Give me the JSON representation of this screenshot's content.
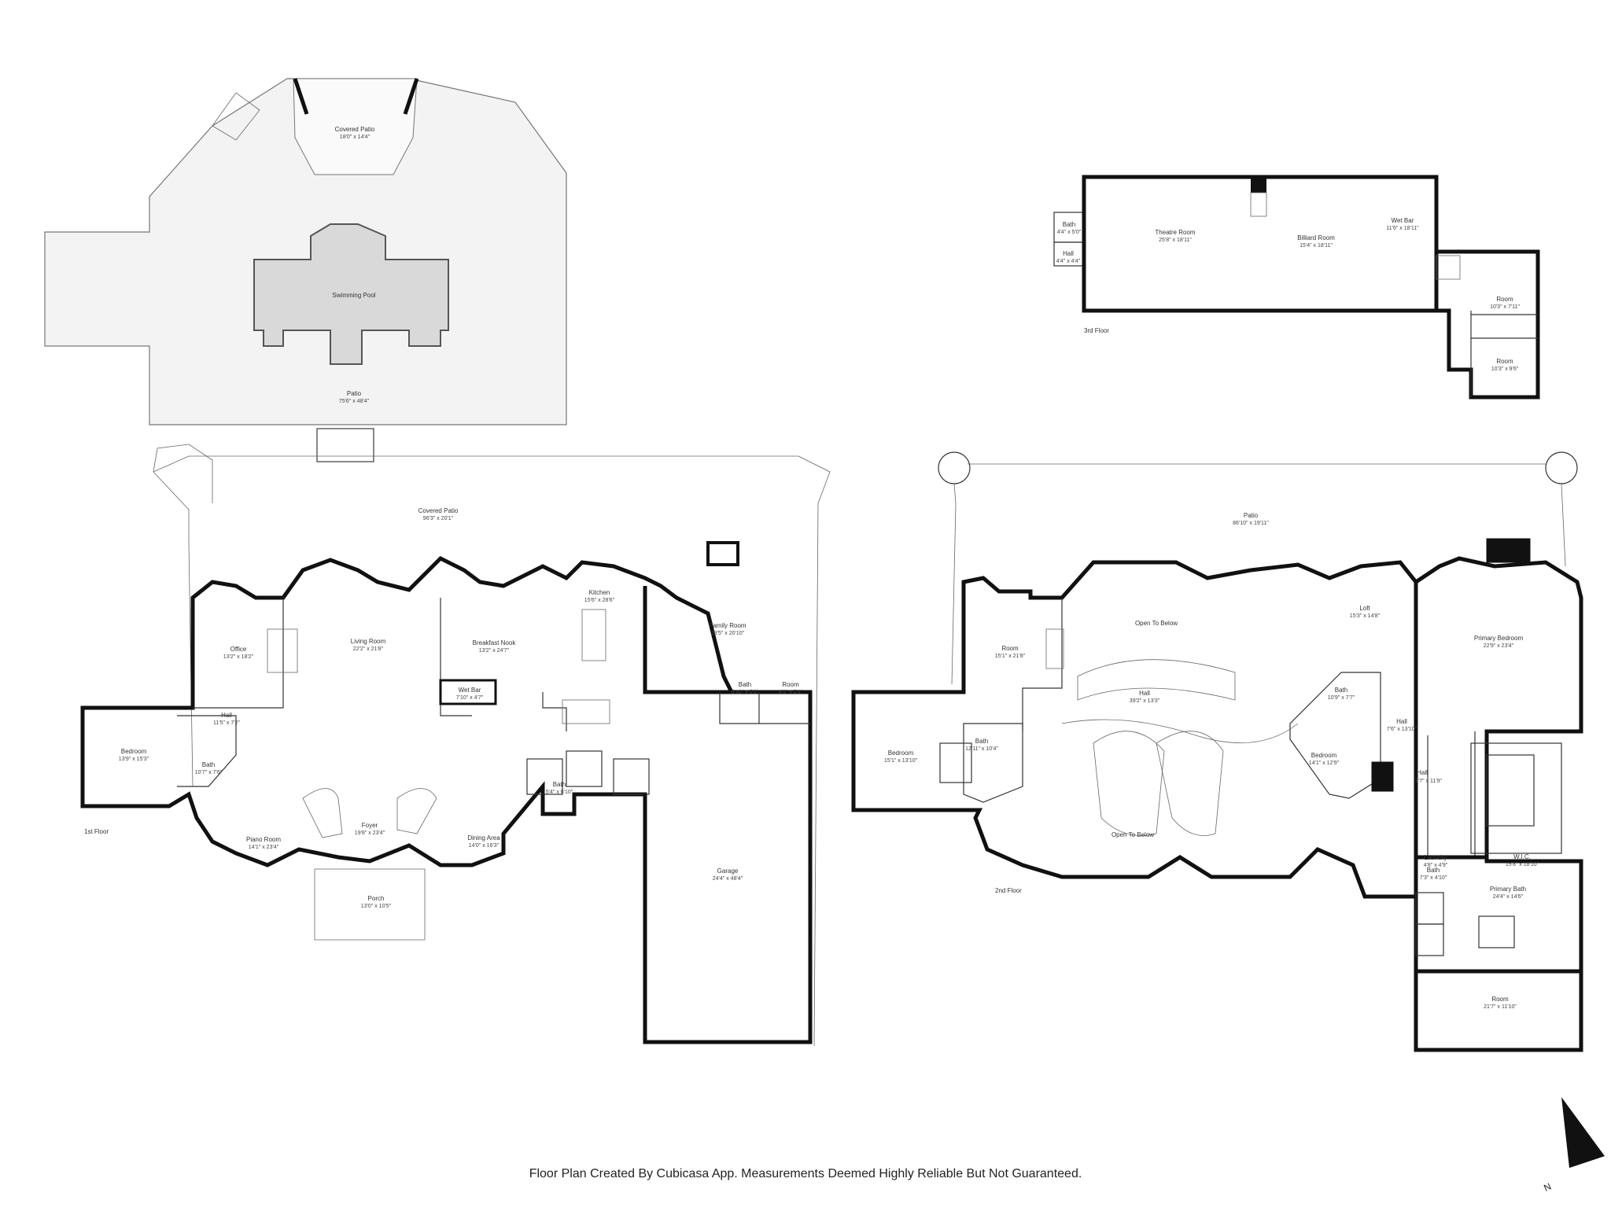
{
  "footer": "Floor Plan Created By Cubicasa App. Measurements Deemed Highly Reliable But Not Guaranteed.",
  "compass_letter": "N",
  "colors": {
    "wall": "#111111",
    "pool_fill": "#d9d9d9",
    "patio_fill": "#f2f2f2"
  },
  "floors": [
    {
      "label": "1st Floor",
      "rooms": [
        {
          "name": "Covered Patio",
          "dim": "18'0\" x 14'4\""
        },
        {
          "name": "Swimming Pool",
          "dim": ""
        },
        {
          "name": "Patio",
          "dim": "75'6\" x 48'4\""
        },
        {
          "name": "Covered Patio",
          "dim": "96'3\" x 20'1\""
        },
        {
          "name": "Kitchen",
          "dim": "15'6\" x 28'6\""
        },
        {
          "name": "Family Room",
          "dim": "23'5\" x 20'10\""
        },
        {
          "name": "Office",
          "dim": "13'2\" x 18'2\""
        },
        {
          "name": "Living Room",
          "dim": "22'2\" x 21'8\""
        },
        {
          "name": "Breakfast Nook",
          "dim": "13'2\" x 24'7\""
        },
        {
          "name": "Wet Bar",
          "dim": "7'10\" x 4'7\""
        },
        {
          "name": "Bath",
          "dim": "5'10\" x 5'2\""
        },
        {
          "name": "Room",
          "dim": "4'9\" x 5'1\""
        },
        {
          "name": "Hall",
          "dim": "11'5\" x 7'2\""
        },
        {
          "name": "Bedroom",
          "dim": "13'9\" x 15'3\""
        },
        {
          "name": "Bath",
          "dim": "10'7\" x 7'6\""
        },
        {
          "name": "Foyer",
          "dim": "19'8\" x 23'4\""
        },
        {
          "name": "Piano Room",
          "dim": "14'1\" x 23'4\""
        },
        {
          "name": "Dining Area",
          "dim": "14'0\" x 16'3\""
        },
        {
          "name": "Bath",
          "dim": "5'4\" x 6'10\""
        },
        {
          "name": "Garage",
          "dim": "24'4\" x 48'4\""
        },
        {
          "name": "Porch",
          "dim": "13'0\" x 10'5\""
        }
      ]
    },
    {
      "label": "2nd Floor",
      "rooms": [
        {
          "name": "Patio",
          "dim": "86'10\" x 19'11\""
        },
        {
          "name": "Open To Below",
          "dim": ""
        },
        {
          "name": "Loft",
          "dim": "15'3\" x 14'8\""
        },
        {
          "name": "Primary Bedroom",
          "dim": "22'9\" x 23'4\""
        },
        {
          "name": "Room",
          "dim": "15'1\" x 21'8\""
        },
        {
          "name": "Hall",
          "dim": "39'2\" x 13'3\""
        },
        {
          "name": "Bath",
          "dim": "10'9\" x 7'7\""
        },
        {
          "name": "Hall",
          "dim": "7'6\" x 13'10\""
        },
        {
          "name": "Bedroom",
          "dim": "15'1\" x 13'10\""
        },
        {
          "name": "Bath",
          "dim": "12'11\" x 10'4\""
        },
        {
          "name": "Bedroom",
          "dim": "14'1\" x 12'9\""
        },
        {
          "name": "Hall",
          "dim": "3'7\" x 11'9\""
        },
        {
          "name": "W.I.C.",
          "dim": "15'8\" x 18'10\""
        },
        {
          "name": "Laundry",
          "dim": "4'8\" x 4'9\""
        },
        {
          "name": "Open To Below",
          "dim": ""
        },
        {
          "name": "Bath",
          "dim": "7'3\" x 4'10\""
        },
        {
          "name": "Primary Bath",
          "dim": "24'4\" x 14'6\""
        },
        {
          "name": "Room",
          "dim": "21'7\" x 11'10\""
        }
      ]
    },
    {
      "label": "3rd Floor",
      "rooms": [
        {
          "name": "Bath",
          "dim": "4'4\" x 5'0\""
        },
        {
          "name": "Hall",
          "dim": "4'4\" x 4'4\""
        },
        {
          "name": "Theatre Room",
          "dim": "25'8\" x 18'11\""
        },
        {
          "name": "Billiard Room",
          "dim": "15'4\" x 18'11\""
        },
        {
          "name": "Wet Bar",
          "dim": "11'6\" x 18'11\""
        },
        {
          "name": "Room",
          "dim": "10'3\" x 7'11\""
        },
        {
          "name": "Room",
          "dim": "10'3\" x 9'6\""
        }
      ]
    }
  ]
}
